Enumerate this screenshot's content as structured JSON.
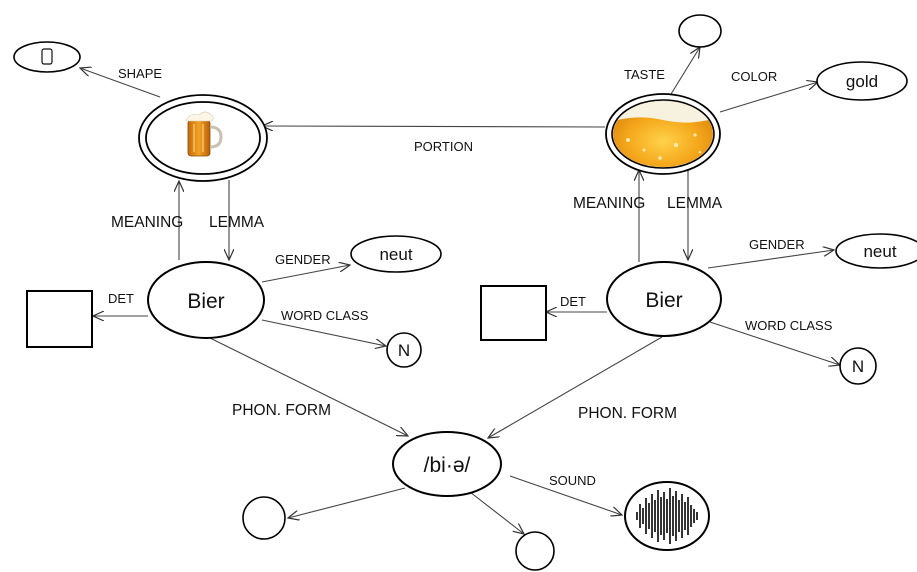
{
  "edges": {
    "shape": "SHAPE",
    "portion": "PORTION",
    "taste": "TASTE",
    "color": "COLOR",
    "meaning": "MEANING",
    "lemma": "LEMMA",
    "gender": "GENDER",
    "det": "DET",
    "word_class": "WORD CLASS",
    "phon_form": "PHON. FORM",
    "sound": "SOUND"
  },
  "nodes": {
    "lemma_left": "Bier",
    "lemma_right": "Bier",
    "gender_left": "neut",
    "gender_right": "neut",
    "word_class_left": "N",
    "word_class_right": "N",
    "color_value": "gold",
    "phon_form_value": "/bi·ə/"
  },
  "colors": {
    "beer_gold": "#f3a51e",
    "foam": "#f7f2df"
  }
}
